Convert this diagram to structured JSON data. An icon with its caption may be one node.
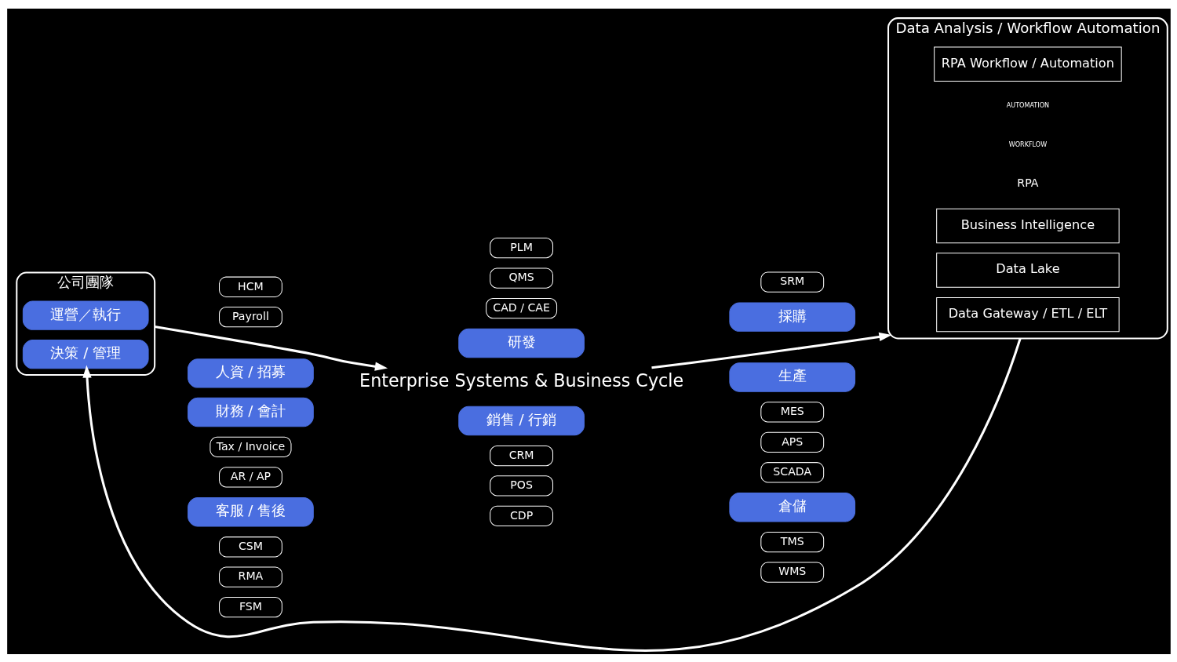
{
  "diagram": {
    "nodes": [
      {
        "text": [
          "公司團隊"
        ]
      },
      {
        "text": [
          "運營／執行"
        ],
        "in": 0
      },
      {
        "text": [
          "決策 / 管理"
        ],
        "in": 0
      },
      {
        "text": [
          "Enterprise Systems & Business Cycle"
        ]
      },
      {
        "text": [
          "研發"
        ]
      },
      {
        "text": [
          "PLM"
        ]
      },
      {
        "text": [
          "QMS"
        ]
      },
      {
        "text": [
          "CAD / CAE"
        ]
      },
      {
        "text": [
          "人資 / 招募"
        ]
      },
      {
        "text": [
          "HCM"
        ]
      },
      {
        "text": [
          "Payroll"
        ]
      },
      {
        "text": [
          "採購"
        ]
      },
      {
        "text": [
          "SRM"
        ]
      },
      {
        "text": [
          "財務 / 會計"
        ]
      },
      {
        "text": [
          "Tax / Invoice"
        ]
      },
      {
        "text": [
          "AR / AP"
        ]
      },
      {
        "text": [
          "生產"
        ]
      },
      {
        "text": [
          "MES"
        ]
      },
      {
        "text": [
          "APS"
        ]
      },
      {
        "text": [
          "SCADA"
        ]
      },
      {
        "text": [
          "客服 / 售後"
        ]
      },
      {
        "text": [
          "CSM"
        ]
      },
      {
        "text": [
          "RMA"
        ]
      },
      {
        "text": [
          "FSM"
        ]
      },
      {
        "text": [
          "倉儲"
        ]
      },
      {
        "text": [
          "TMS"
        ]
      },
      {
        "text": [
          "WMS"
        ]
      },
      {
        "text": [
          "銷售 / 行銷"
        ]
      },
      {
        "text": [
          "CRM"
        ]
      },
      {
        "text": [
          "POS"
        ]
      },
      {
        "text": [
          "CDP"
        ]
      },
      {
        "text": [
          "Data Analysis / Workflow Automation"
        ]
      },
      {
        "text": [
          "Data Gateway / ETL / ELT"
        ],
        "in": 31
      },
      {
        "text": [
          "Data Lake"
        ],
        "in": 31
      },
      {
        "text": [
          "Business Intelligence"
        ],
        "in": 31
      },
      {
        "text": [
          "RPA Workflow / Automation"
        ],
        "in": 31
      }
    ],
    "edges": [
      {
        "from": 0,
        "to": 3,
        "arrow": "to"
      },
      {
        "from": 3,
        "to": 31,
        "arrow": "to"
      },
      {
        "from": 31,
        "to": 2,
        "arrow": "to"
      }
    ],
    "labels": [
      "RPA",
      "WORKFLOW",
      "AUTOMATION"
    ]
  }
}
